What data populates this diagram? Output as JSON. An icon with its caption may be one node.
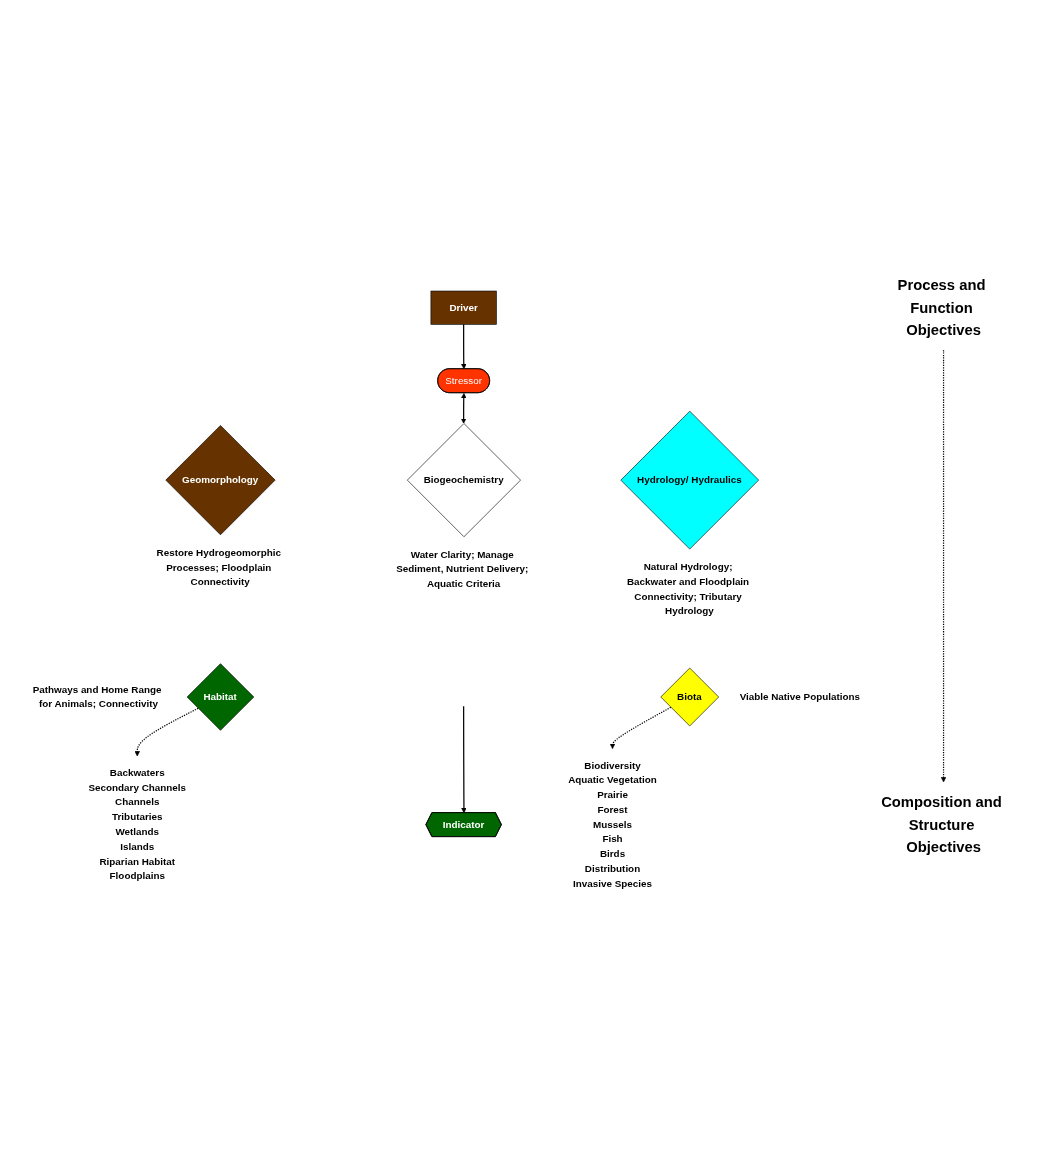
{
  "diagram": {
    "nodes": [
      {
        "text": [
          "Driver"
        ]
      },
      {
        "text": [
          "Stressor"
        ]
      },
      {
        "text": [
          "Process and Function Objectives"
        ]
      },
      {
        "text": [
          "Geomorphology"
        ],
        "beside": [
          "Restore Hydrogeomorphic Processes; Floodplain Connectivity"
        ]
      },
      {
        "text": [
          "Biogeochemistry"
        ],
        "beside": [
          "Water Clarity; Manage Sediment, Nutrient Delivery; Aquatic Criteria"
        ]
      },
      {
        "text": [
          "Hydrology/ Hydraulics"
        ],
        "beside": [
          "Natural Hydrology; Backwater and Floodplain Connectivity; Tributary Hydrology"
        ]
      },
      {
        "text": [
          "Habitat"
        ],
        "beside": [
          "Pathways and Home Range for Animals; Connectivity"
        ]
      },
      {
        "text": [
          "Biota"
        ],
        "beside": [
          "Viable Native Populations"
        ]
      },
      {
        "text": [
          "Composition and Structure Objectives"
        ]
      },
      {
        "text": [
          "Backwaters",
          "Secondary Channels",
          "Channels",
          "Tributaries",
          "Wetlands",
          "Islands",
          "Riparian Habitat",
          "Floodplains"
        ]
      },
      {
        "text": [
          "Indicator"
        ]
      },
      {
        "text": [
          "Biodiversity",
          "Aquatic Vegetation",
          "Prairie",
          "Forest",
          "Mussels",
          "Fish",
          "Birds",
          "Distribution",
          "Invasive Species"
        ]
      }
    ],
    "edges": [
      {
        "from": 0,
        "to": 1,
        "arrow": "to"
      },
      {
        "from": 1,
        "to": 4,
        "arrow": "both"
      },
      {
        "from": 2,
        "to": 8,
        "arrow": "to",
        "style": "dashed"
      },
      {
        "from": 6,
        "to": 9,
        "arrow": "to",
        "style": "dashed"
      },
      {
        "from": null,
        "to": 10,
        "arrow": "to"
      },
      {
        "from": 7,
        "to": 11,
        "arrow": "to",
        "style": "dashed"
      }
    ]
  }
}
